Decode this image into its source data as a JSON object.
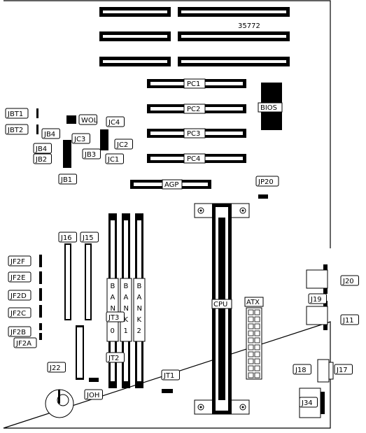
{
  "board_id": "35772",
  "slots": {
    "pc1": "PC1",
    "pc2": "PC2",
    "pc3": "PC3",
    "pc4": "PC4",
    "agp": "AGP"
  },
  "chips": {
    "bios": "BIOS",
    "cpu": "CPU",
    "atx": "ATX"
  },
  "banks": {
    "bank0": [
      "B",
      "A",
      "N",
      "K",
      "0"
    ],
    "bank1": [
      "B",
      "A",
      "N",
      "K",
      "1"
    ],
    "bank2": [
      "B",
      "A",
      "N",
      "K",
      "2"
    ]
  },
  "connectors": {
    "jbt1": "JBT1",
    "jbt2": "JBT2",
    "wol": "WOL",
    "jb4_top": "JB4",
    "jc3": "JC3",
    "jc4": "JC4",
    "jc2": "JC2",
    "jb4": "JB4",
    "jb3": "JB3",
    "jb2": "JB2",
    "jc1": "JC1",
    "jb1": "JB1",
    "jp20": "JP20",
    "j16": "J16",
    "j15": "J15",
    "jf2f": "JF2F",
    "jf2e": "JF2E",
    "jf2d": "JF2D",
    "jf2c": "JF2C",
    "jf2b": "JF2B",
    "jf2a": "JF2A",
    "j3": "JT3",
    "j12": "JT2",
    "j22": "J22",
    "joh": "JOH",
    "jt1": "JT1",
    "j20": "J20",
    "j19": "J19",
    "j11": "J11",
    "j18": "J18",
    "j17": "J17",
    "j34": "J34"
  }
}
